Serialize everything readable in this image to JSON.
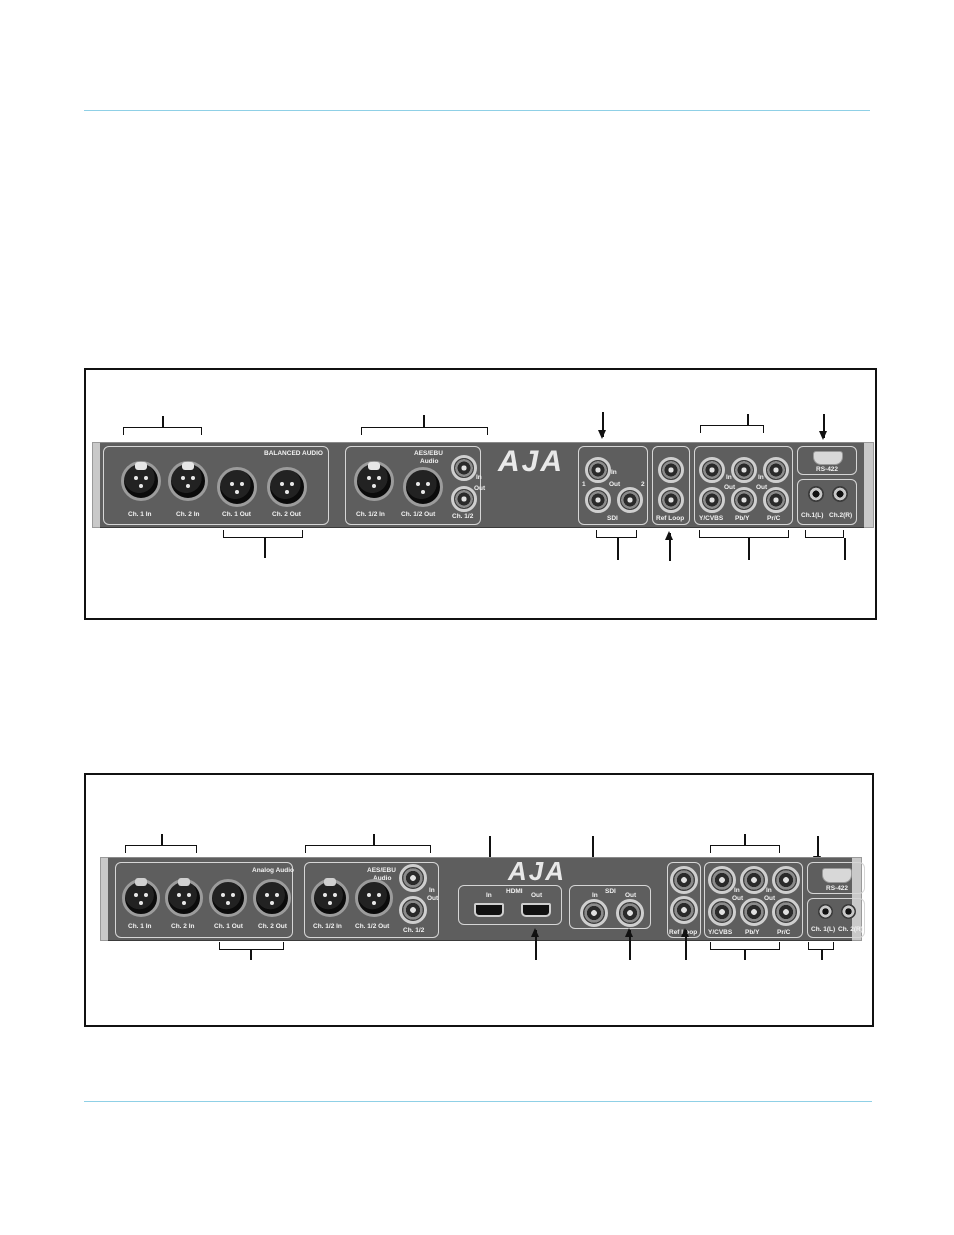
{
  "colors": {
    "rule": "#8fd0e6",
    "panel": "#5e5e5e",
    "frame": "#111111"
  },
  "figure1": {
    "logo": "AJA",
    "labels": {
      "balanced_audio": "BALANCED AUDIO",
      "ch1_in": "Ch. 1 In",
      "ch2_in": "Ch. 2 In",
      "ch1_out": "Ch. 1 Out",
      "ch2_out": "Ch. 2 Out",
      "aes_ebu": "AES/EBU",
      "audio": "Audio",
      "ch12_in": "Ch. 1/2 In",
      "ch12_out": "Ch. 1/2 Out",
      "ch12": "Ch. 1/2",
      "in": "In",
      "out": "Out",
      "sdi": "SDI",
      "one": "1",
      "two": "2",
      "ref_loop": "Ref Loop",
      "ycvbs": "Y/CVBS",
      "pby": "Pb/Y",
      "prc": "Pr/C",
      "rs422": "RS-422",
      "ch1l": "Ch.1(L)",
      "ch2r": "Ch.2(R)"
    }
  },
  "figure2": {
    "logo": "AJA",
    "labels": {
      "analog_audio": "Analog Audio",
      "ch1_in": "Ch. 1 In",
      "ch2_in": "Ch. 2 In",
      "ch1_out": "Ch. 1 Out",
      "ch2_out": "Ch. 2 Out",
      "aes_ebu": "AES/EBU",
      "audio": "Audio",
      "ch12_in": "Ch. 1/2 In",
      "ch12_out": "Ch. 1/2 Out",
      "ch12": "Ch. 1/2",
      "in": "In",
      "out": "Out",
      "hdmi": "HDMI",
      "sdi": "SDI",
      "ref_loop": "Ref Loop",
      "ycvbs": "Y/CVBS",
      "pby": "Pb/Y",
      "prc": "Pr/C",
      "rs422": "RS-422",
      "ch1l": "Ch. 1(L)",
      "ch2r": "Ch. 2(R)"
    }
  }
}
